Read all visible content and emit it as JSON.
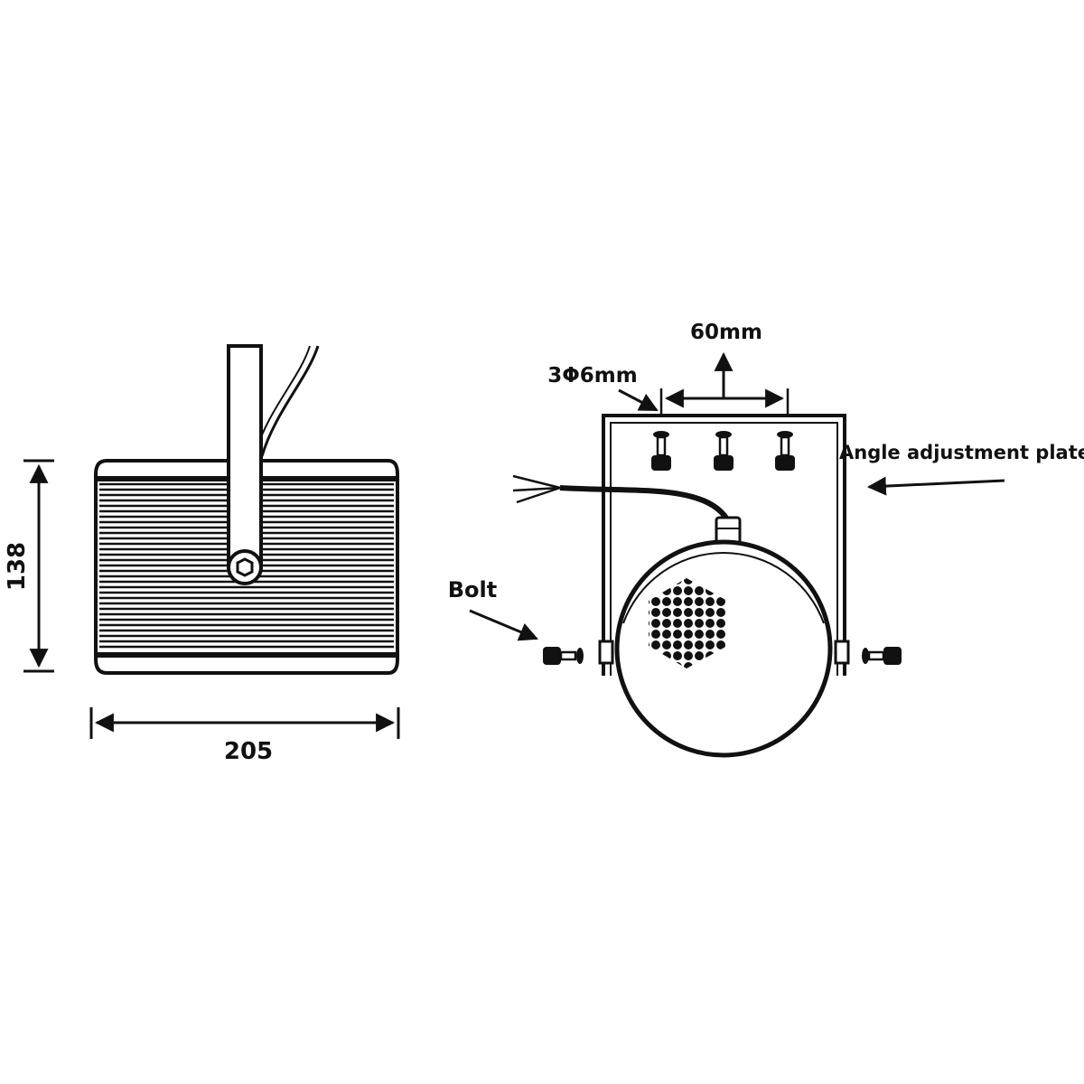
{
  "left_view": {
    "height_label": "138",
    "width_label": "205"
  },
  "right_view": {
    "spacing_label": "60mm",
    "hole_label": "3Φ6mm",
    "plate_label": "Angle adjustment plate",
    "bolt_label": "Bolt"
  },
  "colors": {
    "ink": "#111111",
    "paper": "#ffffff"
  }
}
